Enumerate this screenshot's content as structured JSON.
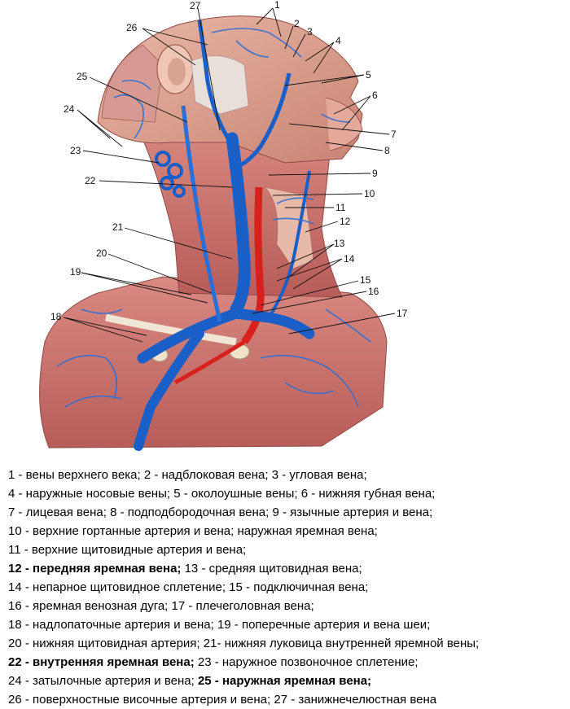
{
  "figure": {
    "callouts": [
      "1",
      "2",
      "3",
      "4",
      "5",
      "6",
      "7",
      "8",
      "9",
      "10",
      "11",
      "12",
      "13",
      "14",
      "15",
      "16",
      "17",
      "18",
      "19",
      "20",
      "21",
      "22",
      "23",
      "24",
      "25",
      "26",
      "27"
    ]
  },
  "legend": {
    "lines": [
      [
        {
          "t": "1 - вены верхнего века; 2 - надблоковая вена; 3 - угловая вена;",
          "b": false
        }
      ],
      [
        {
          "t": "4 - наружные носовые вены; 5 - околоушные вены; 6 - нижняя губная вена;",
          "b": false
        }
      ],
      [
        {
          "t": "7 - лицевая вена; 8 - подподбородочная вена; 9 - язычные артерия и вена;",
          "b": false
        }
      ],
      [
        {
          "t": "10 - верхние гортанные артерия и вена; наружная яремная вена;",
          "b": false
        }
      ],
      [
        {
          "t": "11 - верхние щитовидные артерия и вена;",
          "b": false
        }
      ],
      [
        {
          "t": "12 - передняя яремная вена;",
          "b": true
        },
        {
          "t": " 13 - средняя щитовидная вена;",
          "b": false
        }
      ],
      [
        {
          "t": "14 - непарное щитовидное сплетение; 15 - подключичная вена;",
          "b": false
        }
      ],
      [
        {
          "t": "16 - яремная венозная дуга; 17 - плечеголовная вена;",
          "b": false
        }
      ],
      [
        {
          "t": "18 - надлопаточные артерия и вена; 19 - поперечные артерия и вена шеи;",
          "b": false
        }
      ],
      [
        {
          "t": "20 - нижняя щитовидная артерия; 21- нижняя луковица внутренней яремной вены;",
          "b": false
        }
      ],
      [
        {
          "t": "22 - внутренняя яремная вена;",
          "b": true
        },
        {
          "t": " 23 - наружное позвоночное сплетение;",
          "b": false
        }
      ],
      [
        {
          "t": "24 - затылочные артерия и вена;",
          "b": false
        },
        {
          "t": " 25 - наружная яремная вена;",
          "b": true
        }
      ],
      [
        {
          "t": "26 - поверхностные височные артерия и вена; 27 - занижнечелюстная вена",
          "b": false
        }
      ]
    ]
  }
}
